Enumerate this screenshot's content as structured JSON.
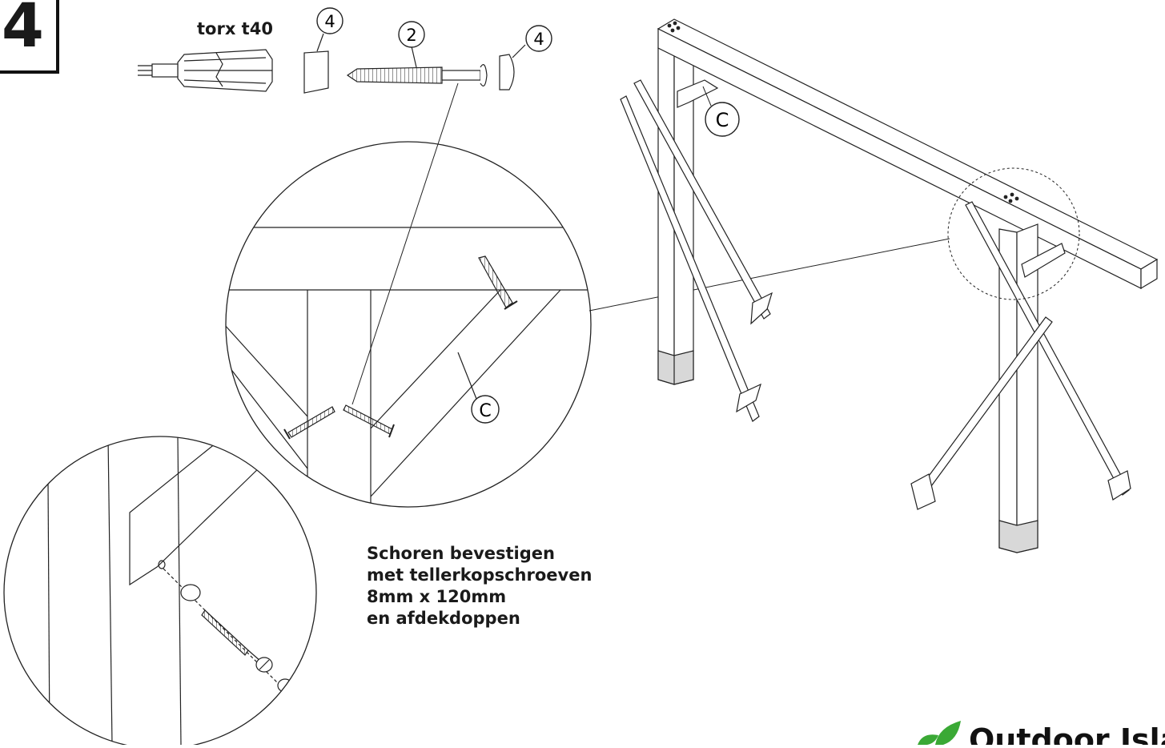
{
  "step": {
    "number": "4"
  },
  "tool": {
    "label": "torx t40",
    "icon": "torx-bit-icon"
  },
  "parts": [
    {
      "ref": "4",
      "name": "cap"
    },
    {
      "ref": "2",
      "name": "screw"
    },
    {
      "ref": "4",
      "name": "cap"
    }
  ],
  "callouts": {
    "brace": "C"
  },
  "instructions": {
    "line1": "Schoren bevestigen",
    "line2": "met tellerkopschroeven",
    "line3": "8mm x 120mm",
    "line4": "en afdekdoppen"
  },
  "brand": {
    "name": "Outdoor Island",
    "accent": "#3aa935"
  }
}
